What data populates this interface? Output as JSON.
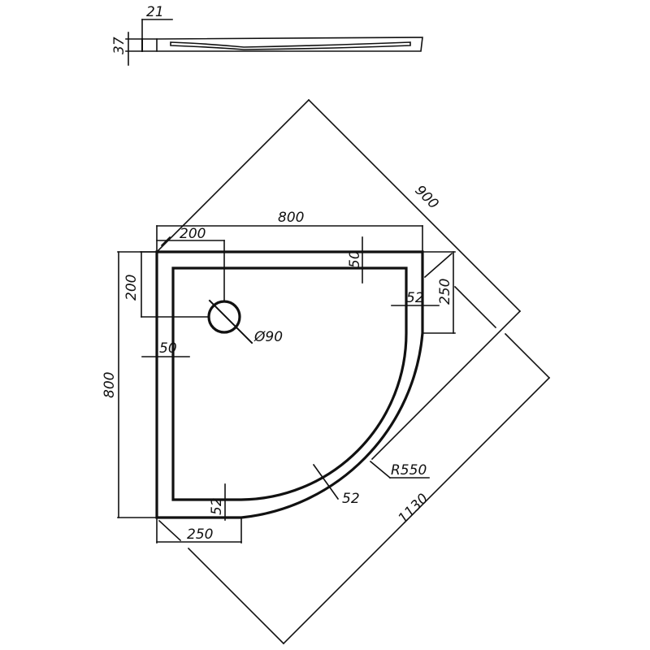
{
  "dimensions": {
    "profile_total_height": "37",
    "profile_rim_height": "21",
    "top_width": "800",
    "left_height": "800",
    "diagonal_side": "900",
    "diagonal_width": "1130",
    "drain_offset_x": "200",
    "drain_offset_y": "200",
    "drain_diameter": "Ø90",
    "rim_top": "50",
    "rim_left": "50",
    "rim_right": "52",
    "rim_bottom": "52",
    "rim_arc": "52",
    "straight_right": "250",
    "straight_bottom": "250",
    "arc_radius": "R550"
  },
  "colors": {
    "line": "#111111",
    "background": "#ffffff"
  }
}
